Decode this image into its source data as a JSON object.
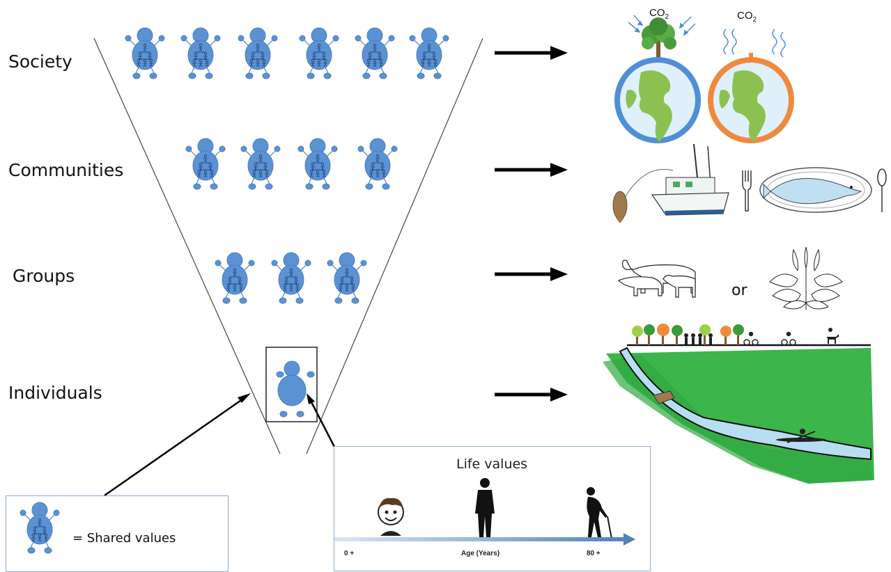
{
  "levels": {
    "society": "Society",
    "communities": "Communities",
    "groups": "Groups",
    "individuals": "Individuals"
  },
  "co2": {
    "left_main": "CO",
    "left_sub": "2",
    "right_main": "CO",
    "right_sub": "2"
  },
  "groups_or": "or",
  "legend": {
    "text": "= Shared values"
  },
  "life_values": {
    "title": "Life values",
    "start": "0 +",
    "axis": "Age (Years)",
    "end": "80 +"
  },
  "colors": {
    "figure_blue": "#5b92d3",
    "figure_stroke": "#4a7fc0",
    "earth_ring_blue": "#4f8fd6",
    "earth_ring_orange": "#ef8a3c",
    "land_green": "#8cc152",
    "grass_green": "#3cb54a",
    "river_blue": "#b7def0"
  },
  "figure_counts": {
    "society": 6,
    "communities": 4,
    "groups": 3,
    "individuals": 1
  }
}
